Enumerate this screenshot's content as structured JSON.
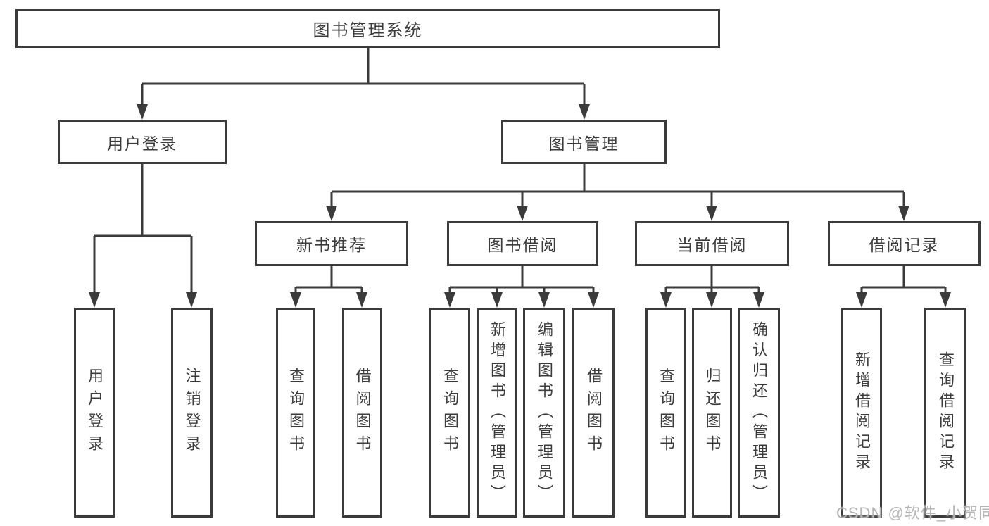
{
  "tree": {
    "root": {
      "label": "图书管理系统"
    },
    "branches": [
      {
        "label": "用户登录",
        "children": [
          {
            "label": "用户登录"
          },
          {
            "label": "注销登录"
          }
        ]
      },
      {
        "label": "图书管理",
        "children": [
          {
            "label": "新书推荐",
            "children": [
              {
                "label": "查询图书"
              },
              {
                "label": "借阅图书"
              }
            ]
          },
          {
            "label": "图书借阅",
            "children": [
              {
                "label": "查询图书"
              },
              {
                "label": "新增图书（管理员）"
              },
              {
                "label": "编辑图书（管理员）"
              },
              {
                "label": "借阅图书"
              }
            ]
          },
          {
            "label": "当前借阅",
            "children": [
              {
                "label": "查询图书"
              },
              {
                "label": "归还图书"
              },
              {
                "label": "确认归还（管理员）"
              }
            ]
          },
          {
            "label": "借阅记录",
            "children": [
              {
                "label": "新增借阅记录"
              },
              {
                "label": "查询借阅记录"
              }
            ]
          }
        ]
      }
    ]
  },
  "watermark": "CSDN @软件_小贺同学",
  "colors": {
    "line": "#3b3b3b",
    "text": "#3c3c3c",
    "watermark": "#b6b6b6",
    "background": "#ffffff"
  }
}
